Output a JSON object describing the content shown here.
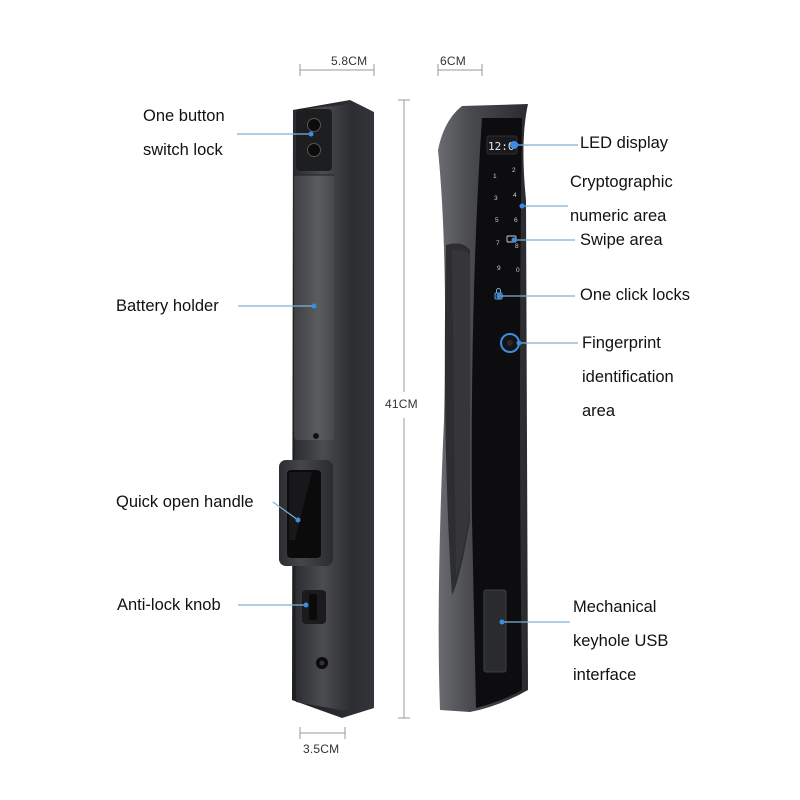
{
  "dimensions": {
    "top_left": "5.8CM",
    "top_right": "6CM",
    "height": "41CM",
    "bottom": "3.5CM"
  },
  "left_labels": {
    "one_button": [
      "One button",
      "switch lock"
    ],
    "battery": "Battery holder",
    "handle": "Quick open handle",
    "knob": "Anti-lock knob"
  },
  "right_labels": {
    "led": "LED display",
    "crypto": [
      "Cryptographic",
      "numeric area"
    ],
    "swipe": "Swipe area",
    "one_click": "One click locks",
    "fingerprint": [
      "Fingerprint",
      "identification",
      "area"
    ],
    "mechanical": [
      "Mechanical",
      "keyhole USB",
      "interface"
    ]
  },
  "display_text": "12:0",
  "keypad_digits": [
    "1",
    "2",
    "3",
    "4",
    "5",
    "6",
    "7",
    "8",
    "9",
    "0"
  ],
  "colors": {
    "body_dark": "#3a3b3e",
    "body_mid": "#55575b",
    "panel_black": "#0d0d0f",
    "leader_line": "#7fb0d6",
    "accent_blue": "#3c8de0"
  }
}
